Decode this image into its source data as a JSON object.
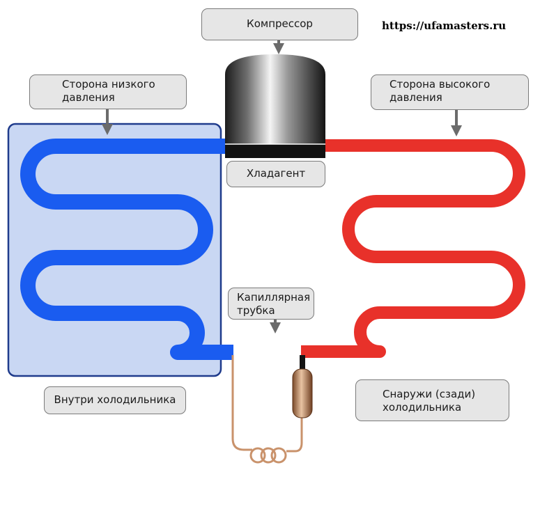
{
  "website": "https://ufamasters.ru",
  "labels": {
    "compressor": "Компрессор",
    "low_pressure": [
      "Сторона низкого",
      "давления"
    ],
    "high_pressure": [
      "Сторона высокого",
      "давления"
    ],
    "refrigerant": "Хладагент",
    "capillary": [
      "Капиллярная",
      "трубка"
    ],
    "inside": "Внутри холодильника",
    "outside": [
      "Снаружи (сзади)",
      "холодильника"
    ]
  },
  "colors": {
    "cold_coil": "#1a5cf0",
    "hot_coil": "#e8312a",
    "fridge_fill": "#c9d7f3",
    "fridge_border": "#1f3b8c",
    "label_fill": "#e6e6e6",
    "label_border": "#7a7a7a",
    "arrow": "#6b6b6b",
    "copper": "#c9926b"
  }
}
